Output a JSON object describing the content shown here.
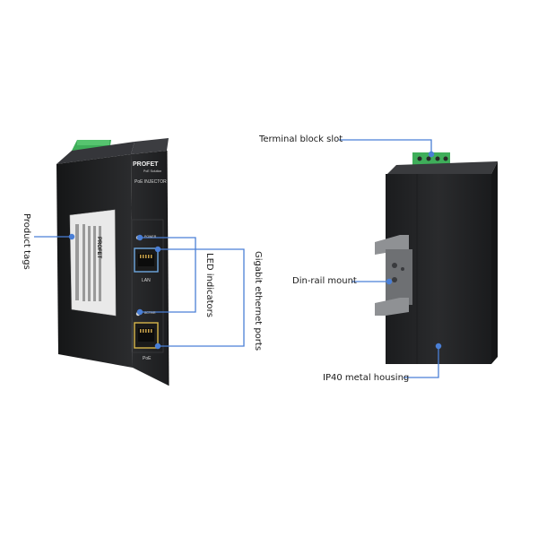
{
  "image": {
    "description": "PoE injector product photo with callout annotations",
    "accent_color": "#4a7fd6"
  },
  "left_device": {
    "brand": "PROFET",
    "brand_sub": "PoE Solution",
    "model": "PoE INJECTOR",
    "led_top": "POWER",
    "led_bottom": "ACTIVE",
    "port_lan": "LAN",
    "port_poe": "PoE",
    "tag_brand": "PROFET"
  },
  "annotations": {
    "product_tags": "Product tags",
    "led_indicators": "LED indicators",
    "gigabit_ports": "Gigabit ethernet ports",
    "terminal_block": "Terminal block slot",
    "din_rail": "Din-rail mount",
    "housing": "IP40 metal housing"
  }
}
